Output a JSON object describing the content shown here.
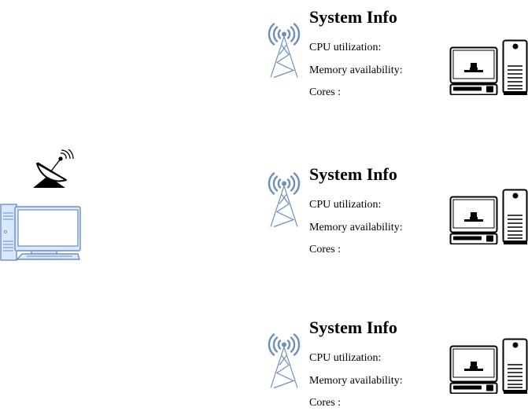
{
  "colors": {
    "antenna": "#6c8ebf",
    "computer": "#000000",
    "terminal_fill": "#dae8fc",
    "terminal_stroke": "#6c8ebf"
  },
  "icons": {
    "satellite": "satellite-dish-icon",
    "terminal": "desktop-computer-icon",
    "antenna": "radio-tower-icon",
    "server": "desktop-tower-icon"
  },
  "nodes": [
    {
      "title": "System Info",
      "cpu_label": "CPU utilization:",
      "memory_label": "Memory availability:",
      "cores_label": "Cores :"
    },
    {
      "title": "System Info",
      "cpu_label": "CPU utilization:",
      "memory_label": "Memory availability:",
      "cores_label": "Cores :"
    },
    {
      "title": "System Info",
      "cpu_label": "CPU utilization:",
      "memory_label": "Memory availability:",
      "cores_label": "Cores :"
    }
  ]
}
